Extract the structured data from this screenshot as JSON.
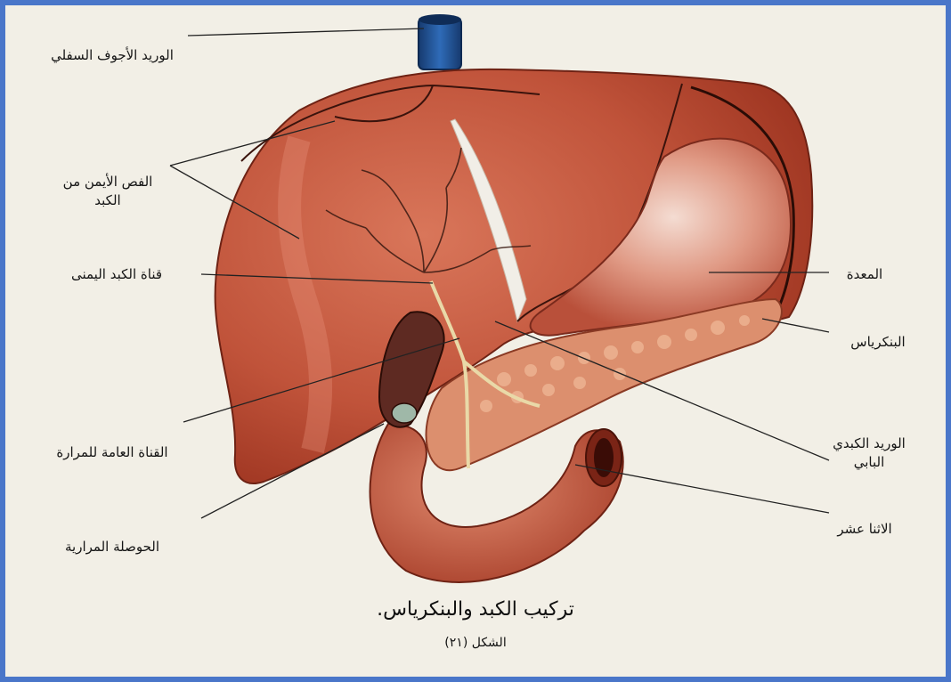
{
  "labels": {
    "inferior_vena_cava": "الوريد الأجوف السفلي",
    "right_lobe_liver": "الفص الأيمن من الكبد",
    "right_hepatic_duct": "قناة الكبد اليمنى",
    "common_bile_duct": "القناة العامة للمرارة",
    "gallbladder": "الحوصلة المرارية",
    "stomach": "المعدة",
    "pancreas": "البنكرياس",
    "hepatic_portal_vein": "الوريد الكبدي البابي",
    "duodenum": "الاثنا عشر"
  },
  "caption": {
    "title": "تركيب الكبد والبنكرياس.",
    "figure_number": "الشكل (٢١)"
  },
  "colors": {
    "frame": "#4a76c9",
    "paper": "#f2efe6",
    "liver": "#b8442c",
    "liver_highlight": "#d9765a",
    "stomach": "#c9654f",
    "stomach_highlight": "#f2d4c8",
    "pancreas": "#d98a6a",
    "gallbladder": "#5e2a22",
    "vena_cava": "#1f4f8f",
    "duct": "#e9d9a8"
  }
}
